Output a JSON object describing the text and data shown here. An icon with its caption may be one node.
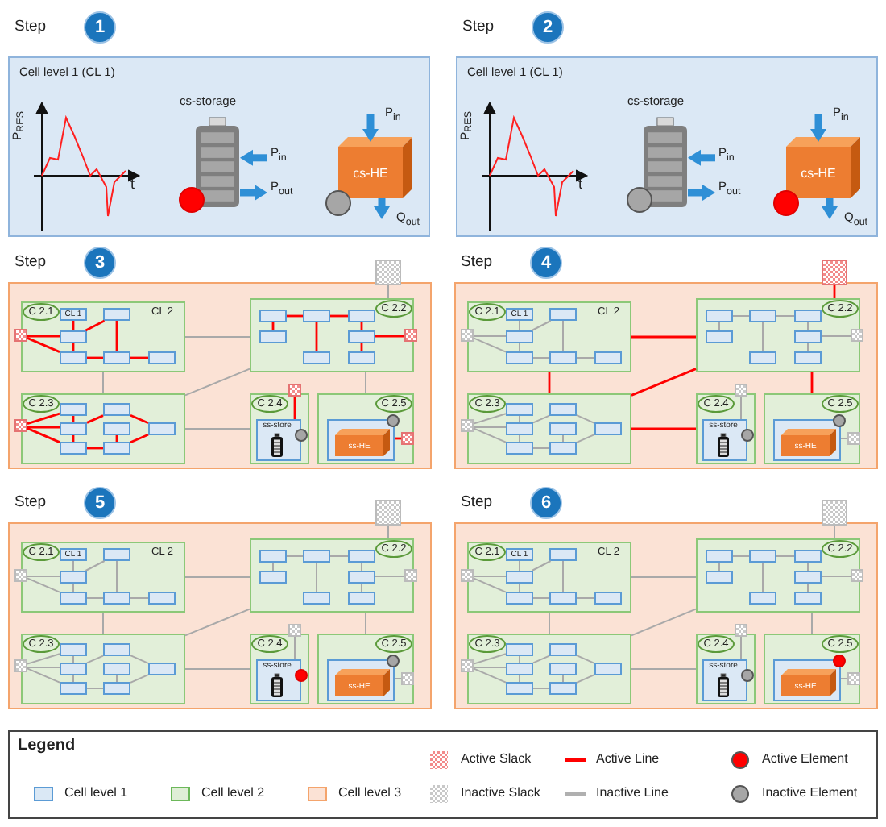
{
  "diagram": {
    "nodes": [
      {
        "text": [
          "1"
        ],
        "beside": [
          "Step"
        ]
      },
      {
        "text": [
          "Cell level 1 (CL 1)"
        ]
      },
      {
        "text": [
          "cs-storage"
        ],
        "in": 1
      },
      {
        "text": [],
        "shape": "circle",
        "in": 1
      },
      {
        "text": [
          "cs-HE"
        ],
        "in": 1
      },
      {
        "text": [],
        "shape": "circle",
        "in": 1
      },
      {
        "text": [
          "2"
        ],
        "beside": [
          "Step"
        ]
      },
      {
        "text": [
          "Cell level 1 (CL 1)"
        ]
      },
      {
        "text": [
          "cs-storage"
        ],
        "in": 7
      },
      {
        "text": [],
        "shape": "circle",
        "in": 7
      },
      {
        "text": [
          "cs-HE"
        ],
        "in": 7
      },
      {
        "text": [],
        "shape": "circle",
        "in": 7
      },
      {
        "text": [
          "3"
        ],
        "beside": [
          "Step"
        ]
      },
      {
        "text": [],
        "shape": "box"
      },
      {
        "text": [],
        "shape": "box"
      },
      {
        "text": [
          "C 2.1",
          "CL 2"
        ],
        "in": 13
      },
      {
        "text": [],
        "shape": "box",
        "in": 13
      },
      {
        "text": [
          "CL 1"
        ],
        "in": 15
      },
      {
        "text": [],
        "shape": "box",
        "in": 15
      },
      {
        "text": [],
        "shape": "box",
        "in": 15
      },
      {
        "text": [],
        "shape": "box",
        "in": 15
      },
      {
        "text": [],
        "shape": "box",
        "in": 15
      },
      {
        "text": [],
        "shape": "box",
        "in": 15
      },
      {
        "text": [
          "C 2.2"
        ],
        "in": 13
      },
      {
        "text": [],
        "shape": "box",
        "in": 23
      },
      {
        "text": [],
        "shape": "box",
        "in": 23
      },
      {
        "text": [],
        "shape": "box",
        "in": 23
      },
      {
        "text": [],
        "shape": "box",
        "in": 23
      },
      {
        "text": [],
        "shape": "box",
        "in": 23
      },
      {
        "text": [],
        "shape": "box",
        "in": 23
      },
      {
        "text": [],
        "shape": "box",
        "in": 23
      },
      {
        "text": [],
        "shape": "box",
        "in": 13
      },
      {
        "text": [
          "C 2.3"
        ],
        "in": 13
      },
      {
        "text": [],
        "shape": "box",
        "in": 13
      },
      {
        "text": [],
        "shape": "box",
        "in": 32
      },
      {
        "text": [],
        "shape": "box",
        "in": 32
      },
      {
        "text": [],
        "shape": "box",
        "in": 32
      },
      {
        "text": [],
        "shape": "box",
        "in": 32
      },
      {
        "text": [],
        "shape": "box",
        "in": 32
      },
      {
        "text": [],
        "shape": "box",
        "in": 32
      },
      {
        "text": [],
        "shape": "box",
        "in": 32
      },
      {
        "text": [
          "C 2.4"
        ],
        "in": 13
      },
      {
        "text": [],
        "shape": "box",
        "in": 13
      },
      {
        "text": [
          "ss-store"
        ],
        "in": 41
      },
      {
        "text": [],
        "shape": "circle",
        "in": 41
      },
      {
        "text": [
          "C 2.5"
        ],
        "in": 13
      },
      {
        "text": [
          "ss-HE"
        ],
        "in": 45
      },
      {
        "text": [],
        "shape": "circle",
        "in": 45
      },
      {
        "text": [],
        "shape": "box",
        "in": 45
      },
      {
        "text": [
          "4"
        ],
        "beside": [
          "Step"
        ]
      },
      {
        "text": [],
        "shape": "box"
      },
      {
        "text": [],
        "shape": "box"
      },
      {
        "text": [
          "C 2.1",
          "CL 2"
        ],
        "in": 50
      },
      {
        "text": [],
        "shape": "box",
        "in": 50
      },
      {
        "text": [
          "CL 1"
        ],
        "in": 52
      },
      {
        "text": [],
        "shape": "box",
        "in": 52
      },
      {
        "text": [],
        "shape": "box",
        "in": 52
      },
      {
        "text": [],
        "shape": "box",
        "in": 52
      },
      {
        "text": [],
        "shape": "box",
        "in": 52
      },
      {
        "text": [],
        "shape": "box",
        "in": 52
      },
      {
        "text": [
          "C 2.2"
        ],
        "in": 50
      },
      {
        "text": [],
        "shape": "box",
        "in": 60
      },
      {
        "text": [],
        "shape": "box",
        "in": 60
      },
      {
        "text": [],
        "shape": "box",
        "in": 60
      },
      {
        "text": [],
        "shape": "box",
        "in": 60
      },
      {
        "text": [],
        "shape": "box",
        "in": 60
      },
      {
        "text": [],
        "shape": "box",
        "in": 60
      },
      {
        "text": [],
        "shape": "box",
        "in": 60
      },
      {
        "text": [],
        "shape": "box",
        "in": 50
      },
      {
        "text": [
          "C 2.3"
        ],
        "in": 50
      },
      {
        "text": [],
        "shape": "box",
        "in": 50
      },
      {
        "text": [],
        "shape": "box",
        "in": 69
      },
      {
        "text": [],
        "shape": "box",
        "in": 69
      },
      {
        "text": [],
        "shape": "box",
        "in": 69
      },
      {
        "text": [],
        "shape": "box",
        "in": 69
      },
      {
        "text": [],
        "shape": "box",
        "in": 69
      },
      {
        "text": [],
        "shape": "box",
        "in": 69
      },
      {
        "text": [],
        "shape": "box",
        "in": 69
      },
      {
        "text": [
          "C 2.4"
        ],
        "in": 50
      },
      {
        "text": [],
        "shape": "box",
        "in": 50
      },
      {
        "text": [
          "ss-store"
        ],
        "in": 78
      },
      {
        "text": [],
        "shape": "circle",
        "in": 78
      },
      {
        "text": [
          "C 2.5"
        ],
        "in": 50
      },
      {
        "text": [
          "ss-HE"
        ],
        "in": 82
      },
      {
        "text": [],
        "shape": "circle",
        "in": 82
      },
      {
        "text": [],
        "shape": "box",
        "in": 82
      },
      {
        "text": [
          "5"
        ],
        "beside": [
          "Step"
        ]
      },
      {
        "text": [],
        "shape": "box"
      },
      {
        "text": [],
        "shape": "box"
      },
      {
        "text": [
          "C 2.1",
          "CL 2"
        ],
        "in": 87
      },
      {
        "text": [],
        "shape": "box",
        "in": 87
      },
      {
        "text": [
          "CL 1"
        ],
        "in": 89
      },
      {
        "text": [],
        "shape": "box",
        "in": 89
      },
      {
        "text": [],
        "shape": "box",
        "in": 89
      },
      {
        "text": [],
        "shape": "box",
        "in": 89
      },
      {
        "text": [],
        "shape": "box",
        "in": 89
      },
      {
        "text": [],
        "shape": "box",
        "in": 89
      },
      {
        "text": [
          "C 2.2"
        ],
        "in": 87
      },
      {
        "text": [],
        "shape": "box",
        "in": 97
      },
      {
        "text": [],
        "shape": "box",
        "in": 97
      },
      {
        "text": [],
        "shape": "box",
        "in": 97
      },
      {
        "text": [],
        "shape": "box",
        "in": 97
      },
      {
        "text": [],
        "shape": "box",
        "in": 97
      },
      {
        "text": [],
        "shape": "box",
        "in": 97
      },
      {
        "text": [],
        "shape": "box",
        "in": 97
      },
      {
        "text": [],
        "shape": "box",
        "in": 87
      },
      {
        "text": [
          "C 2.3"
        ],
        "in": 87
      },
      {
        "text": [],
        "shape": "box",
        "in": 87
      },
      {
        "text": [],
        "shape": "box",
        "in": 106
      },
      {
        "text": [],
        "shape": "box",
        "in": 106
      },
      {
        "text": [],
        "shape": "box",
        "in": 106
      },
      {
        "text": [],
        "shape": "box",
        "in": 106
      },
      {
        "text": [],
        "shape": "box",
        "in": 106
      },
      {
        "text": [],
        "shape": "box",
        "in": 106
      },
      {
        "text": [],
        "shape": "box",
        "in": 106
      },
      {
        "text": [
          "C 2.4"
        ],
        "in": 87
      },
      {
        "text": [],
        "shape": "box",
        "in": 87
      },
      {
        "text": [
          "ss-store"
        ],
        "in": 115
      },
      {
        "text": [],
        "shape": "circle",
        "in": 115
      },
      {
        "text": [
          "C 2.5"
        ],
        "in": 87
      },
      {
        "text": [
          "ss-HE"
        ],
        "in": 119
      },
      {
        "text": [],
        "shape": "circle",
        "in": 119
      },
      {
        "text": [],
        "shape": "box",
        "in": 119
      },
      {
        "text": [
          "6"
        ],
        "beside": [
          "Step"
        ]
      },
      {
        "text": [],
        "shape": "box"
      },
      {
        "text": [],
        "shape": "box"
      },
      {
        "text": [
          "C 2.1",
          "CL 2"
        ],
        "in": 124
      },
      {
        "text": [],
        "shape": "box",
        "in": 124
      },
      {
        "text": [
          "CL 1"
        ],
        "in": 126
      },
      {
        "text": [],
        "shape": "box",
        "in": 126
      },
      {
        "text": [],
        "shape": "box",
        "in": 126
      },
      {
        "text": [],
        "shape": "box",
        "in": 126
      },
      {
        "text": [],
        "shape": "box",
        "in": 126
      },
      {
        "text": [],
        "shape": "box",
        "in": 126
      },
      {
        "text": [
          "C 2.2"
        ],
        "in": 124
      },
      {
        "text": [],
        "shape": "box",
        "in": 134
      },
      {
        "text": [],
        "shape": "box",
        "in": 134
      },
      {
        "text": [],
        "shape": "box",
        "in": 134
      },
      {
        "text": [],
        "shape": "box",
        "in": 134
      },
      {
        "text": [],
        "shape": "box",
        "in": 134
      },
      {
        "text": [],
        "shape": "box",
        "in": 134
      },
      {
        "text": [],
        "shape": "box",
        "in": 134
      },
      {
        "text": [],
        "shape": "box",
        "in": 124
      },
      {
        "text": [
          "C 2.3"
        ],
        "in": 124
      },
      {
        "text": [],
        "shape": "box",
        "in": 124
      },
      {
        "text": [],
        "shape": "box",
        "in": 143
      },
      {
        "text": [],
        "shape": "box",
        "in": 143
      },
      {
        "text": [],
        "shape": "box",
        "in": 143
      },
      {
        "text": [],
        "shape": "box",
        "in": 143
      },
      {
        "text": [],
        "shape": "box",
        "in": 143
      },
      {
        "text": [],
        "shape": "box",
        "in": 143
      },
      {
        "text": [],
        "shape": "box",
        "in": 143
      },
      {
        "text": [
          "C 2.4"
        ],
        "in": 124
      },
      {
        "text": [],
        "shape": "box",
        "in": 124
      },
      {
        "text": [
          "ss-store"
        ],
        "in": 152
      },
      {
        "text": [],
        "shape": "circle",
        "in": 152
      },
      {
        "text": [
          "C 2.5"
        ],
        "in": 124
      },
      {
        "text": [
          "ss-HE"
        ],
        "in": 156
      },
      {
        "text": [],
        "shape": "circle",
        "in": 156
      },
      {
        "text": [],
        "shape": "box",
        "in": 156
      }
    ],
    "edges": [
      {
        "from": 15,
        "to": 23,
        "arrow": "none"
      },
      {
        "from": 15,
        "to": 32,
        "arrow": "none"
      },
      {
        "from": 32,
        "to": 23,
        "arrow": "none"
      },
      {
        "from": 32,
        "to": 41,
        "arrow": "none"
      },
      {
        "from": 23,
        "to": 45,
        "arrow": "none"
      },
      {
        "from": 14,
        "to": 23,
        "arrow": "none"
      },
      {
        "from": 16,
        "to": 19,
        "arrow": "none",
        "color": "#ff0000"
      },
      {
        "from": 16,
        "to": 20,
        "arrow": "none",
        "color": "#ff0000"
      },
      {
        "from": 17,
        "to": 19,
        "arrow": "none",
        "color": "#ff0000"
      },
      {
        "from": 19,
        "to": 20,
        "arrow": "none",
        "color": "#ff0000"
      },
      {
        "from": 19,
        "to": 18,
        "arrow": "none",
        "color": "#ff0000"
      },
      {
        "from": 18,
        "to": 21,
        "arrow": "none",
        "color": "#ff0000"
      },
      {
        "from": 20,
        "to": 21,
        "arrow": "none",
        "color": "#ff0000"
      },
      {
        "from": 21,
        "to": 22,
        "arrow": "none",
        "color": "#ff0000"
      },
      {
        "from": 24,
        "to": 25,
        "arrow": "none",
        "color": "#ff0000"
      },
      {
        "from": 25,
        "to": 26,
        "arrow": "none",
        "color": "#ff0000"
      },
      {
        "from": 24,
        "to": 27,
        "arrow": "none",
        "color": "#ff0000"
      },
      {
        "from": 25,
        "to": 29,
        "arrow": "none",
        "color": "#ff0000"
      },
      {
        "from": 26,
        "to": 28,
        "arrow": "none",
        "color": "#ff0000"
      },
      {
        "from": 28,
        "to": 30,
        "arrow": "none",
        "color": "#ff0000"
      },
      {
        "from": 28,
        "to": 31,
        "arrow": "none",
        "color": "#ff0000"
      },
      {
        "from": 33,
        "to": 34,
        "arrow": "none",
        "color": "#ff0000"
      },
      {
        "from": 33,
        "to": 36,
        "arrow": "none",
        "color": "#ff0000"
      },
      {
        "from": 33,
        "to": 39,
        "arrow": "none",
        "color": "#ff0000"
      },
      {
        "from": 34,
        "to": 36,
        "arrow": "none",
        "color": "#ff0000"
      },
      {
        "from": 36,
        "to": 39,
        "arrow": "none",
        "color": "#ff0000"
      },
      {
        "from": 36,
        "to": 35,
        "arrow": "none",
        "color": "#ff0000"
      },
      {
        "from": 39,
        "to": 40,
        "arrow": "none",
        "color": "#ff0000"
      },
      {
        "from": 37,
        "to": 40,
        "arrow": "none",
        "color": "#ff0000"
      },
      {
        "from": 35,
        "to": 38,
        "arrow": "none",
        "color": "#ff0000"
      },
      {
        "from": 40,
        "to": 38,
        "arrow": "none",
        "color": "#ff0000"
      },
      {
        "from": 42,
        "to": 43,
        "arrow": "none",
        "color": "#ff0000"
      },
      {
        "from": 46,
        "to": 48,
        "arrow": "none",
        "color": "#ff0000"
      },
      {
        "from": 52,
        "to": 60,
        "arrow": "none",
        "color": "#ff0000"
      },
      {
        "from": 52,
        "to": 69,
        "arrow": "none",
        "color": "#ff0000"
      },
      {
        "from": 69,
        "to": 60,
        "arrow": "none",
        "color": "#ff0000"
      },
      {
        "from": 69,
        "to": 78,
        "arrow": "none",
        "color": "#ff0000"
      },
      {
        "from": 60,
        "to": 82,
        "arrow": "none",
        "color": "#ff0000"
      },
      {
        "from": 51,
        "to": 60,
        "arrow": "none",
        "color": "#ff0000"
      },
      {
        "from": 53,
        "to": 56,
        "arrow": "none"
      },
      {
        "from": 53,
        "to": 57,
        "arrow": "none"
      },
      {
        "from": 54,
        "to": 56,
        "arrow": "none"
      },
      {
        "from": 56,
        "to": 57,
        "arrow": "none"
      },
      {
        "from": 56,
        "to": 55,
        "arrow": "none"
      },
      {
        "from": 55,
        "to": 58,
        "arrow": "none"
      },
      {
        "from": 57,
        "to": 58,
        "arrow": "none"
      },
      {
        "from": 58,
        "to": 59,
        "arrow": "none"
      },
      {
        "from": 61,
        "to": 62,
        "arrow": "none"
      },
      {
        "from": 62,
        "to": 63,
        "arrow": "none"
      },
      {
        "from": 61,
        "to": 64,
        "arrow": "none"
      },
      {
        "from": 62,
        "to": 66,
        "arrow": "none"
      },
      {
        "from": 63,
        "to": 65,
        "arrow": "none"
      },
      {
        "from": 65,
        "to": 67,
        "arrow": "none"
      },
      {
        "from": 65,
        "to": 68,
        "arrow": "none"
      },
      {
        "from": 70,
        "to": 71,
        "arrow": "none"
      },
      {
        "from": 70,
        "to": 73,
        "arrow": "none"
      },
      {
        "from": 70,
        "to": 76,
        "arrow": "none"
      },
      {
        "from": 71,
        "to": 73,
        "arrow": "none"
      },
      {
        "from": 73,
        "to": 76,
        "arrow": "none"
      },
      {
        "from": 73,
        "to": 72,
        "arrow": "none"
      },
      {
        "from": 76,
        "to": 77,
        "arrow": "none"
      },
      {
        "from": 74,
        "to": 77,
        "arrow": "none"
      },
      {
        "from": 72,
        "to": 75,
        "arrow": "none"
      },
      {
        "from": 77,
        "to": 75,
        "arrow": "none"
      },
      {
        "from": 79,
        "to": 80,
        "arrow": "none"
      },
      {
        "from": 83,
        "to": 85,
        "arrow": "none"
      },
      {
        "from": 89,
        "to": 97,
        "arrow": "none"
      },
      {
        "from": 89,
        "to": 106,
        "arrow": "none"
      },
      {
        "from": 106,
        "to": 97,
        "arrow": "none"
      },
      {
        "from": 106,
        "to": 115,
        "arrow": "none"
      },
      {
        "from": 97,
        "to": 119,
        "arrow": "none"
      },
      {
        "from": 88,
        "to": 97,
        "arrow": "none"
      },
      {
        "from": 90,
        "to": 93,
        "arrow": "none"
      },
      {
        "from": 90,
        "to": 94,
        "arrow": "none"
      },
      {
        "from": 91,
        "to": 93,
        "arrow": "none"
      },
      {
        "from": 93,
        "to": 94,
        "arrow": "none"
      },
      {
        "from": 93,
        "to": 92,
        "arrow": "none"
      },
      {
        "from": 92,
        "to": 95,
        "arrow": "none"
      },
      {
        "from": 94,
        "to": 95,
        "arrow": "none"
      },
      {
        "from": 95,
        "to": 96,
        "arrow": "none"
      },
      {
        "from": 98,
        "to": 99,
        "arrow": "none"
      },
      {
        "from": 99,
        "to": 100,
        "arrow": "none"
      },
      {
        "from": 98,
        "to": 101,
        "arrow": "none"
      },
      {
        "from": 99,
        "to": 103,
        "arrow": "none"
      },
      {
        "from": 100,
        "to": 102,
        "arrow": "none"
      },
      {
        "from": 102,
        "to": 104,
        "arrow": "none"
      },
      {
        "from": 102,
        "to": 105,
        "arrow": "none"
      },
      {
        "from": 107,
        "to": 108,
        "arrow": "none"
      },
      {
        "from": 107,
        "to": 110,
        "arrow": "none"
      },
      {
        "from": 107,
        "to": 113,
        "arrow": "none"
      },
      {
        "from": 108,
        "to": 110,
        "arrow": "none"
      },
      {
        "from": 110,
        "to": 113,
        "arrow": "none"
      },
      {
        "from": 110,
        "to": 109,
        "arrow": "none"
      },
      {
        "from": 113,
        "to": 114,
        "arrow": "none"
      },
      {
        "from": 111,
        "to": 114,
        "arrow": "none"
      },
      {
        "from": 109,
        "to": 112,
        "arrow": "none"
      },
      {
        "from": 114,
        "to": 112,
        "arrow": "none"
      },
      {
        "from": 116,
        "to": 117,
        "arrow": "none"
      },
      {
        "from": 120,
        "to": 122,
        "arrow": "none"
      },
      {
        "from": 126,
        "to": 134,
        "arrow": "none"
      },
      {
        "from": 126,
        "to": 143,
        "arrow": "none"
      },
      {
        "from": 143,
        "to": 134,
        "arrow": "none"
      },
      {
        "from": 143,
        "to": 152,
        "arrow": "none"
      },
      {
        "from": 134,
        "to": 156,
        "arrow": "none"
      },
      {
        "from": 125,
        "to": 134,
        "arrow": "none"
      },
      {
        "from": 127,
        "to": 130,
        "arrow": "none"
      },
      {
        "from": 127,
        "to": 131,
        "arrow": "none"
      },
      {
        "from": 128,
        "to": 130,
        "arrow": "none"
      },
      {
        "from": 130,
        "to": 131,
        "arrow": "none"
      },
      {
        "from": 130,
        "to": 129,
        "arrow": "none"
      },
      {
        "from": 129,
        "to": 132,
        "arrow": "none"
      },
      {
        "from": 131,
        "to": 132,
        "arrow": "none"
      },
      {
        "from": 132,
        "to": 133,
        "arrow": "none"
      },
      {
        "from": 135,
        "to": 136,
        "arrow": "none"
      },
      {
        "from": 136,
        "to": 137,
        "arrow": "none"
      },
      {
        "from": 135,
        "to": 138,
        "arrow": "none"
      },
      {
        "from": 136,
        "to": 140,
        "arrow": "none"
      },
      {
        "from": 137,
        "to": 139,
        "arrow": "none"
      },
      {
        "from": 139,
        "to": 141,
        "arrow": "none"
      },
      {
        "from": 139,
        "to": 142,
        "arrow": "none"
      },
      {
        "from": 144,
        "to": 145,
        "arrow": "none"
      },
      {
        "from": 144,
        "to": 147,
        "arrow": "none"
      },
      {
        "from": 144,
        "to": 150,
        "arrow": "none"
      },
      {
        "from": 145,
        "to": 147,
        "arrow": "none"
      },
      {
        "from": 147,
        "to": 150,
        "arrow": "none"
      },
      {
        "from": 147,
        "to": 146,
        "arrow": "none"
      },
      {
        "from": 150,
        "to": 151,
        "arrow": "none"
      },
      {
        "from": 148,
        "to": 151,
        "arrow": "none"
      },
      {
        "from": 146,
        "to": 149,
        "arrow": "none"
      },
      {
        "from": 151,
        "to": 149,
        "arrow": "none"
      },
      {
        "from": 153,
        "to": 154,
        "arrow": "none"
      },
      {
        "from": 157,
        "to": 159,
        "arrow": "none"
      },
      {
        "from": null,
        "to": 2,
        "arrow": "to",
        "label": "P$_{in}$",
        "style": "thick",
        "color": "#2e8fd6"
      },
      {
        "from": 2,
        "to": null,
        "arrow": "to",
        "label": "P$_{out}$",
        "style": "thick",
        "color": "#2e8fd6"
      },
      {
        "from": null,
        "to": 4,
        "arrow": "to",
        "label": "P$_{in}$",
        "style": "thick",
        "color": "#2e8fd6"
      },
      {
        "from": 4,
        "to": null,
        "arrow": "to",
        "label": "Q$_{out}$",
        "style": "thick",
        "color": "#2e8fd6"
      },
      {
        "from": null,
        "to": 8,
        "arrow": "to",
        "label": "P$_{in}$",
        "style": "thick",
        "color": "#2e8fd6"
      },
      {
        "from": 8,
        "to": null,
        "arrow": "to",
        "label": "P$_{out}$",
        "style": "thick",
        "color": "#2e8fd6"
      },
      {
        "from": null,
        "to": 10,
        "arrow": "to",
        "label": "P$_{in}$",
        "style": "thick",
        "color": "#2e8fd6"
      },
      {
        "from": 10,
        "to": null,
        "arrow": "to",
        "label": "Q$_{out}$",
        "style": "thick",
        "color": "#2e8fd6"
      }
    ],
    "labels": [
      "P$_{RES}$",
      "t",
      "P$_{RES}$",
      "t",
      "Legend"
    ],
    "legend": [
      {
        "text": "Active Slack"
      },
      {
        "text": "Active Line"
      },
      {
        "text": "Active Element",
        "color": "#ff0000"
      },
      {
        "text": "Cell level 1",
        "color": "#dae8f5"
      },
      {
        "text": "Cell level 2",
        "color": "#dfeed6"
      },
      {
        "text": "Cell level 3",
        "color": "#fbe2d5"
      },
      {
        "text": "Inactive Slack"
      },
      {
        "text": "Inactive Line"
      },
      {
        "text": "Inactive Element",
        "color": "#a6a6a6"
      }
    ]
  }
}
